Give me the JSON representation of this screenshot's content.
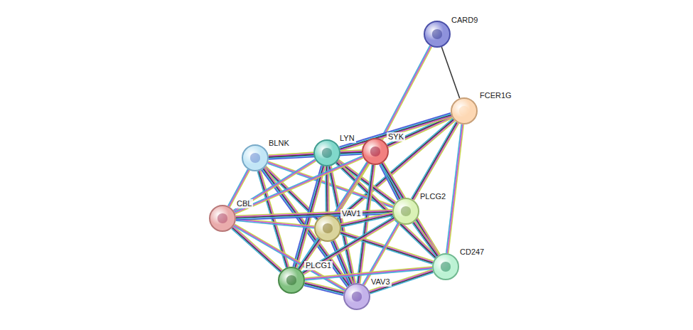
{
  "diagram": {
    "nodes": [
      {
        "text": [
          "CARD9"
        ]
      },
      {
        "text": [
          "FCER1G"
        ]
      },
      {
        "text": [
          "SYK"
        ]
      },
      {
        "text": [
          "LYN"
        ]
      },
      {
        "text": [
          "BLNK"
        ]
      },
      {
        "text": [
          "CBL"
        ]
      },
      {
        "text": [
          "VAV1"
        ]
      },
      {
        "text": [
          "PLCG2"
        ]
      },
      {
        "text": [
          "CD247"
        ]
      },
      {
        "text": [
          "PLCG1"
        ]
      },
      {
        "text": [
          "VAV3"
        ]
      }
    ],
    "edges": [
      {
        "from": 0,
        "to": 2,
        "arrow": "none"
      },
      {
        "from": 0,
        "to": 1,
        "arrow": "none"
      },
      {
        "from": 1,
        "to": 2,
        "arrow": "none"
      },
      {
        "from": 1,
        "to": 3,
        "arrow": "none"
      },
      {
        "from": 1,
        "to": 7,
        "arrow": "none"
      },
      {
        "from": 1,
        "to": 6,
        "arrow": "none"
      },
      {
        "from": 1,
        "to": 8,
        "arrow": "none"
      },
      {
        "from": 4,
        "to": 3,
        "arrow": "none"
      },
      {
        "from": 4,
        "to": 2,
        "arrow": "none"
      },
      {
        "from": 4,
        "to": 5,
        "arrow": "none"
      },
      {
        "from": 4,
        "to": 6,
        "arrow": "none"
      },
      {
        "from": 4,
        "to": 9,
        "arrow": "none"
      },
      {
        "from": 4,
        "to": 7,
        "arrow": "none"
      },
      {
        "from": 4,
        "to": 10,
        "arrow": "none"
      },
      {
        "from": 3,
        "to": 2,
        "arrow": "none"
      },
      {
        "from": 3,
        "to": 5,
        "arrow": "none"
      },
      {
        "from": 3,
        "to": 6,
        "arrow": "none"
      },
      {
        "from": 3,
        "to": 7,
        "arrow": "none"
      },
      {
        "from": 3,
        "to": 9,
        "arrow": "none"
      },
      {
        "from": 3,
        "to": 10,
        "arrow": "none"
      },
      {
        "from": 3,
        "to": 8,
        "arrow": "none"
      },
      {
        "from": 2,
        "to": 5,
        "arrow": "none"
      },
      {
        "from": 2,
        "to": 6,
        "arrow": "none"
      },
      {
        "from": 2,
        "to": 7,
        "arrow": "none"
      },
      {
        "from": 2,
        "to": 9,
        "arrow": "none"
      },
      {
        "from": 2,
        "to": 10,
        "arrow": "none"
      },
      {
        "from": 2,
        "to": 8,
        "arrow": "none"
      },
      {
        "from": 5,
        "to": 6,
        "arrow": "none"
      },
      {
        "from": 5,
        "to": 7,
        "arrow": "none"
      },
      {
        "from": 5,
        "to": 9,
        "arrow": "none"
      },
      {
        "from": 5,
        "to": 10,
        "arrow": "none"
      },
      {
        "from": 6,
        "to": 7,
        "arrow": "none"
      },
      {
        "from": 6,
        "to": 9,
        "arrow": "none"
      },
      {
        "from": 6,
        "to": 10,
        "arrow": "none"
      },
      {
        "from": 6,
        "to": 8,
        "arrow": "none"
      },
      {
        "from": 7,
        "to": 9,
        "arrow": "none"
      },
      {
        "from": 7,
        "to": 10,
        "arrow": "none"
      },
      {
        "from": 7,
        "to": 8,
        "arrow": "none"
      },
      {
        "from": 9,
        "to": 10,
        "arrow": "none"
      },
      {
        "from": 9,
        "to": 8,
        "arrow": "none"
      },
      {
        "from": 10,
        "to": 8,
        "arrow": "none"
      }
    ]
  }
}
